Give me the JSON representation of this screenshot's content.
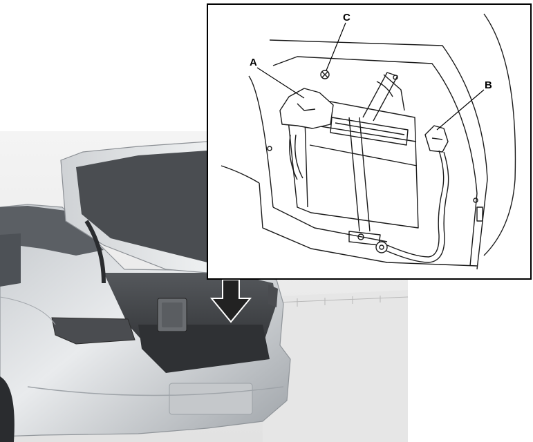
{
  "diagram": {
    "callouts": {
      "a": "A",
      "b": "B",
      "c": "C"
    },
    "arrow_direction": "down",
    "colors": {
      "car_body": "#d6d9dc",
      "car_shadow": "#8f9499",
      "trunk_liner": "#3a3c3f",
      "tail_light": "#4a4c50",
      "line_art": "#1a1a1a",
      "arrow": "#222222"
    }
  }
}
